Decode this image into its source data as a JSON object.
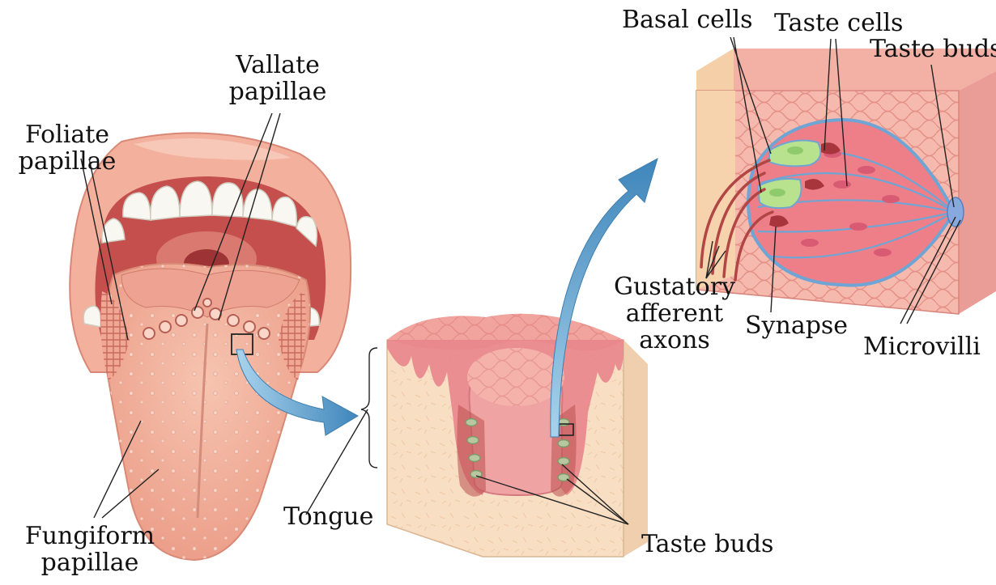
{
  "labels": {
    "foliate": [
      "Foliate",
      "papillae"
    ],
    "vallate": [
      "Vallate",
      "papillae"
    ],
    "fungiform": [
      "Fungiform",
      "papillae"
    ],
    "tongue": "Tongue",
    "taste_buds_section": "Taste buds",
    "basal_cells": "Basal cells",
    "taste_cells": "Taste cells",
    "taste_buds_bud": "Taste buds",
    "gustatory": [
      "Gustatory",
      "afferent",
      "axons"
    ],
    "synapse": "Synapse",
    "microvilli": "Microvilli"
  },
  "colors": {
    "lip": "#f4b7a4",
    "mouth_dark": "#c9524e",
    "tongue": "#f3b6a0",
    "tooth": "#f7f7f2",
    "tissue": "#f8ddc0",
    "epithelium": "#e7858a",
    "bud_body": "#ec7d86",
    "basal_cell": "#b6e08c",
    "outline_blue": "#6ea6d6",
    "arrow": "#4f96c4"
  },
  "icons": [
    "curved-arrow",
    "curved-arrow"
  ]
}
